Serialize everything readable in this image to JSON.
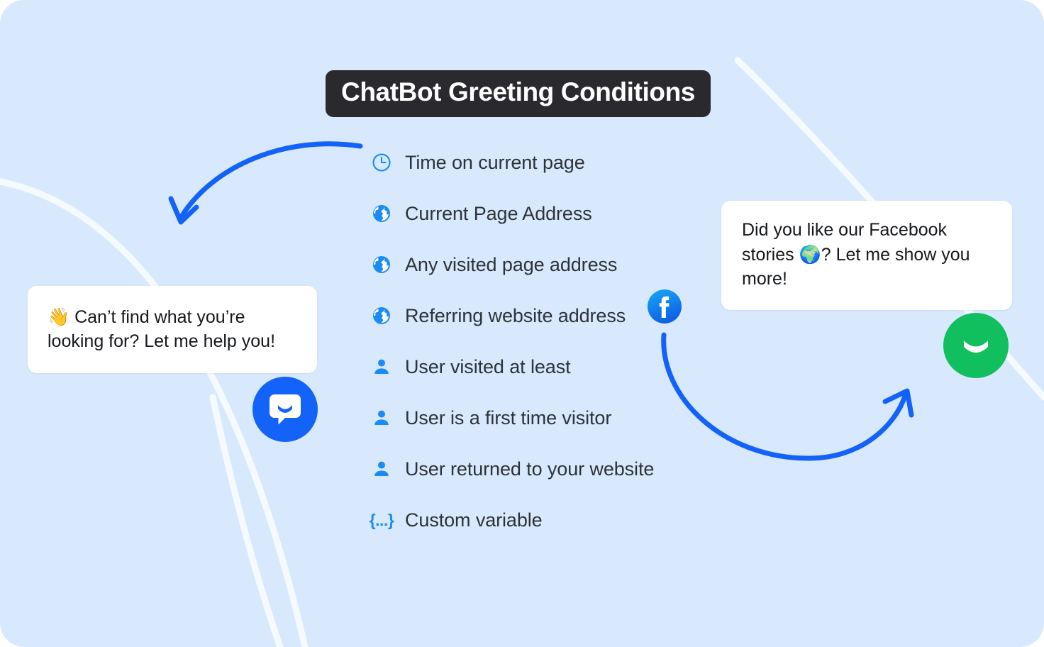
{
  "page": {
    "background_color": "#d9e9fd",
    "accent_blue": "#1463f8",
    "accent_green": "#11bf5e",
    "title_badge_color": "#2a2a2e"
  },
  "title": {
    "text": "ChatBot Greeting Conditions"
  },
  "conditions": [
    {
      "icon": "clock-icon",
      "label": "Time on current page"
    },
    {
      "icon": "globe-icon",
      "label": "Current Page Address"
    },
    {
      "icon": "globe-icon",
      "label": "Any visited page address"
    },
    {
      "icon": "globe-icon",
      "label": "Referring website address"
    },
    {
      "icon": "user-icon",
      "label": "User visited at least"
    },
    {
      "icon": "user-icon",
      "label": "User is a first time visitor"
    },
    {
      "icon": "user-icon",
      "label": "User returned to your website"
    },
    {
      "icon": "custom-variable-icon",
      "label": "Custom variable",
      "glyph": "{...}"
    }
  ],
  "bubbles": {
    "left": {
      "emoji": "👋",
      "text": " Can’t find what you’re looking for? Let me help you!"
    },
    "right": {
      "text_before": "Did you like our Facebook stories ",
      "emoji": "🌍",
      "text_after": "? Let me show you more!"
    }
  },
  "badges": {
    "facebook": "facebook-icon"
  },
  "logos": {
    "chatbot": "chatbot-logo-icon",
    "livechat": "livechat-logo-icon"
  },
  "arrows": [
    {
      "name": "arrow-to-chatbot-bubble",
      "direction": "down-left"
    },
    {
      "name": "arrow-to-livechat-logo",
      "direction": "up-right"
    }
  ]
}
